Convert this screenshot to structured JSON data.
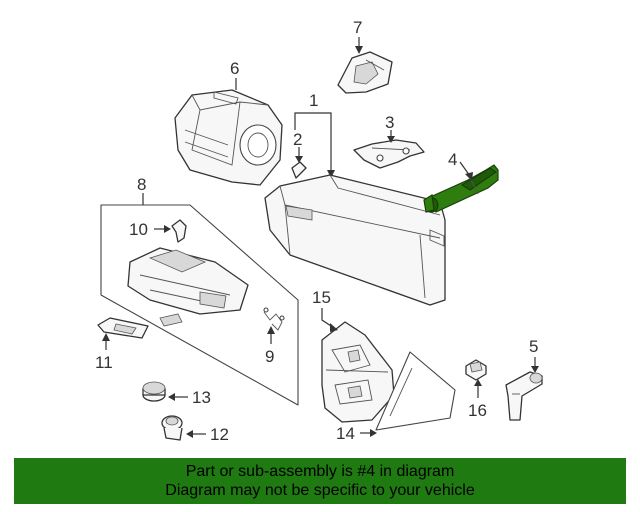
{
  "callouts": {
    "c1": "1",
    "c2": "2",
    "c3": "3",
    "c4": "4",
    "c5": "5",
    "c6": "6",
    "c7": "7",
    "c8": "8",
    "c9": "9",
    "c10": "10",
    "c11": "11",
    "c12": "12",
    "c13": "13",
    "c14": "14",
    "c15": "15",
    "c16": "16"
  },
  "highlighted_part": "4",
  "colors": {
    "highlight": "#2f7d0f",
    "banner": "#1f7a12",
    "linework": "#333333"
  },
  "banner": {
    "line1": "Part or sub-assembly is #4 in diagram",
    "line2": "Diagram may not be specific to your vehicle"
  }
}
